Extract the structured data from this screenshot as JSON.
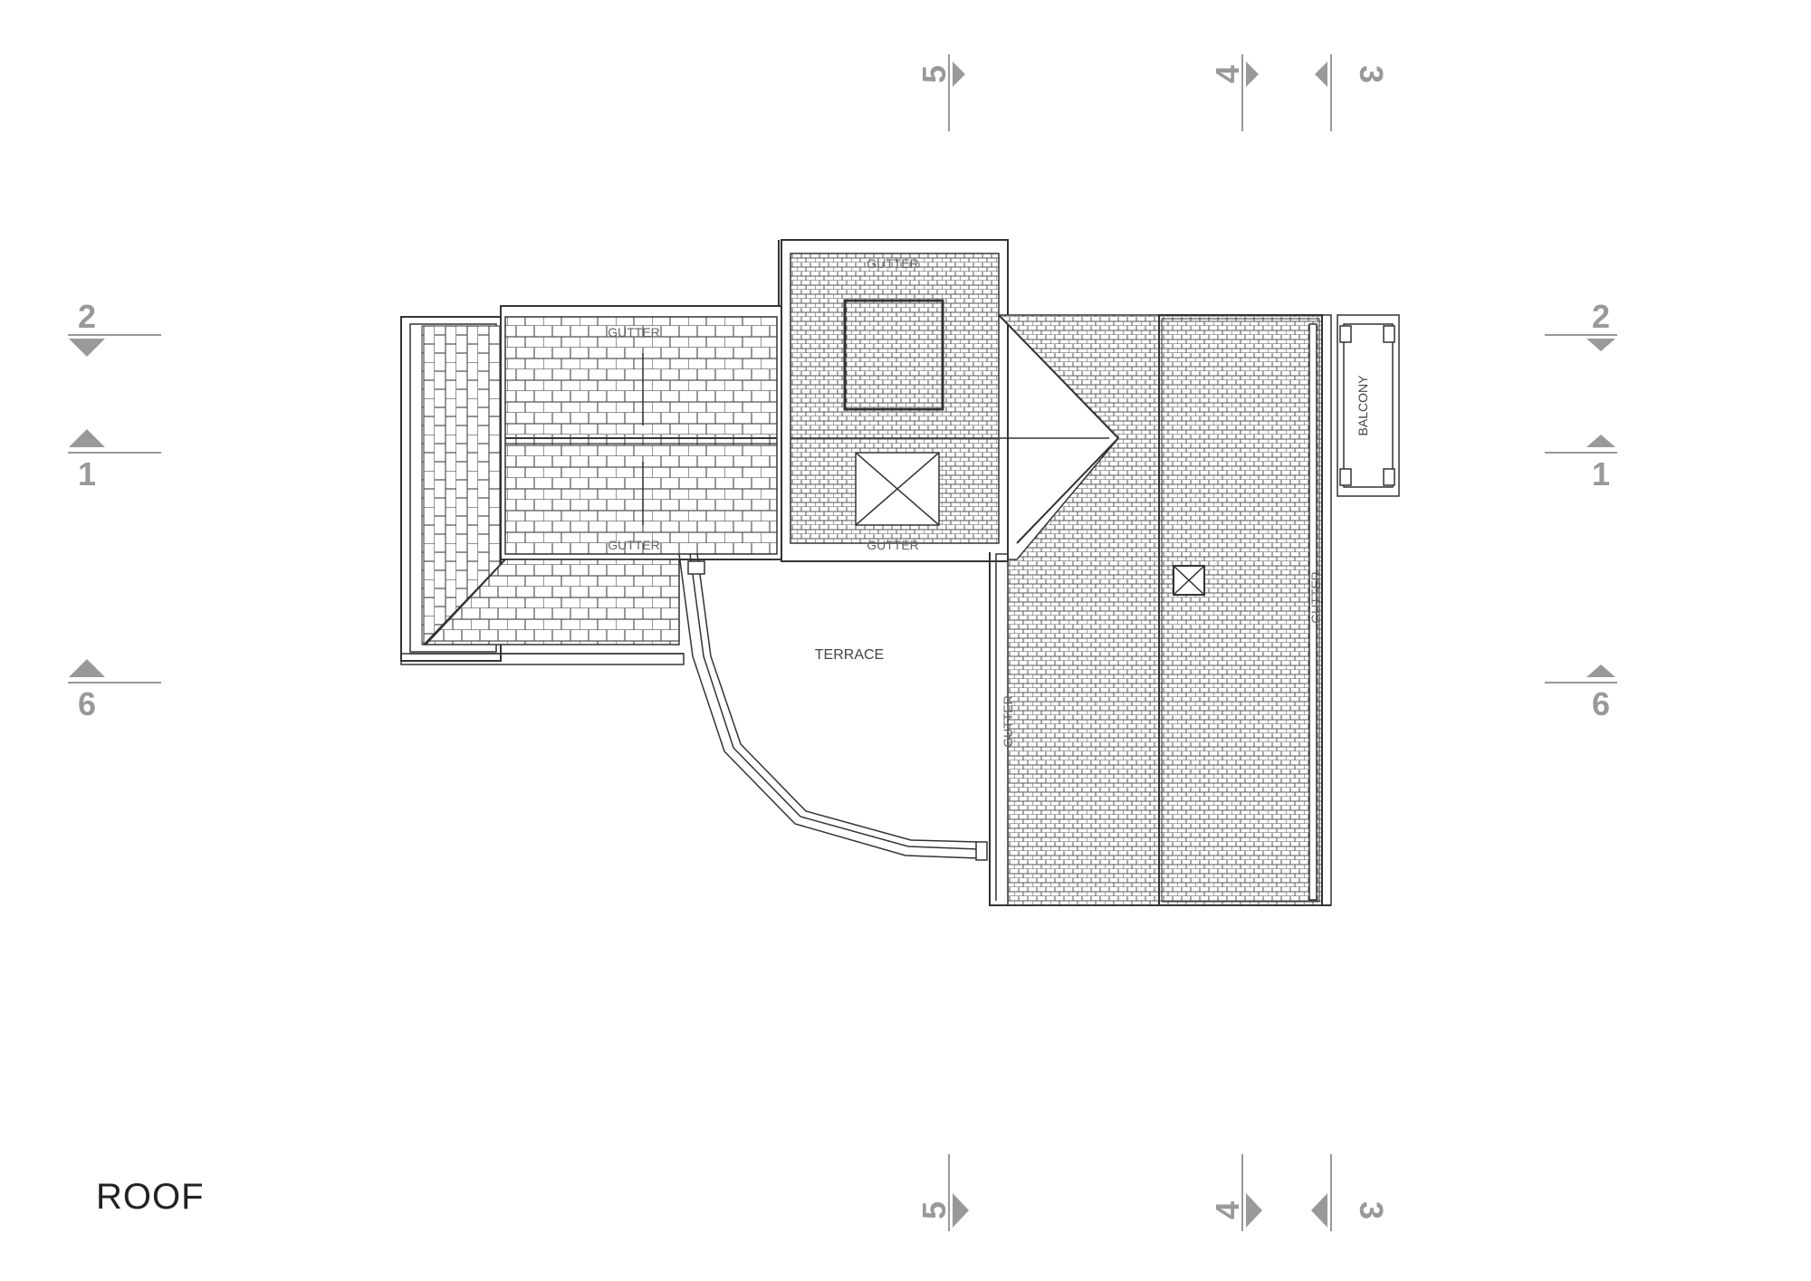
{
  "drawing": {
    "title": "ROOF",
    "labels": {
      "gutter_upper_left": "GUTTER",
      "gutter_top_center": "GUTTER",
      "gutter_mid_left": "GUTTER",
      "gutter_mid_center": "GUTTER",
      "gutter_east_vertical": "GUTTER",
      "gutter_right_vertical": "GUTTER",
      "terrace": "TERRACE",
      "balcony": "BALCONY"
    },
    "section_markers": {
      "left": [
        "2",
        "1",
        "6"
      ],
      "right": [
        "2",
        "1",
        "6"
      ],
      "top": [
        "5",
        "4",
        "3"
      ],
      "bottom": [
        "5",
        "4",
        "3"
      ]
    }
  },
  "colors": {
    "line": "#333333",
    "tile": "#555555",
    "marker": "#9a9a9a",
    "background": "#ffffff"
  }
}
